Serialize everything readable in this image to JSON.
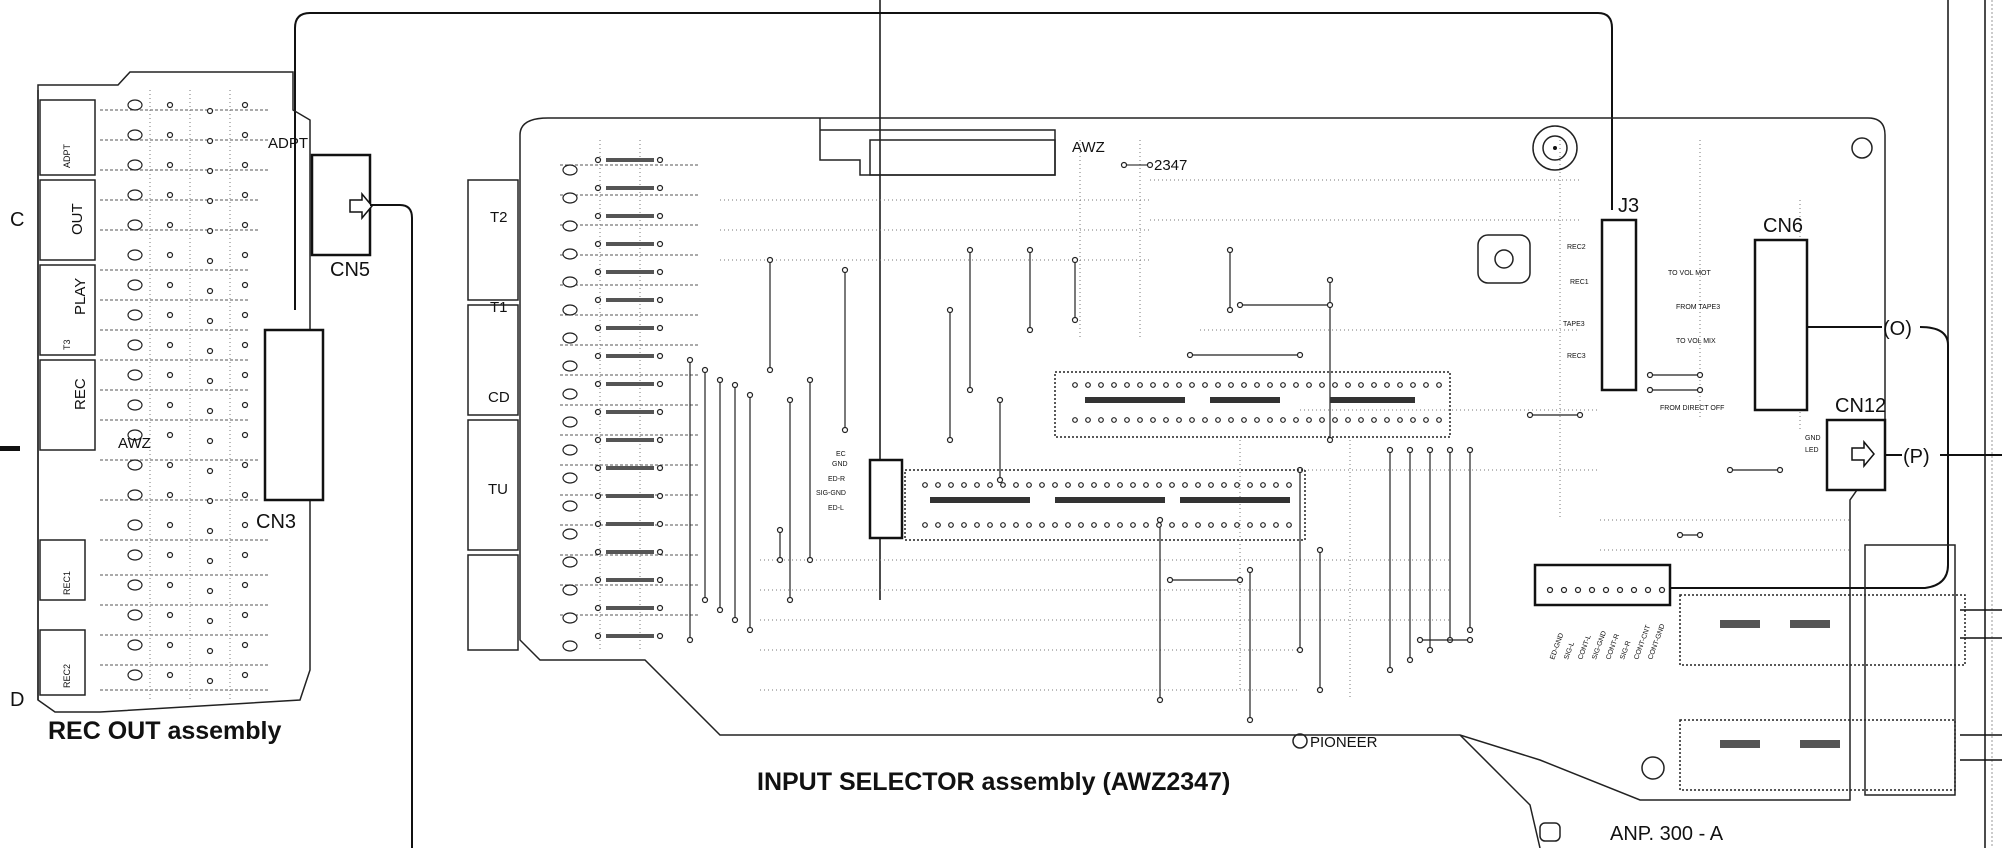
{
  "rec_out": {
    "title": "REC OUT assembly",
    "awz": "AWZ",
    "cn3": "CN3",
    "cn5": "CN5",
    "adpt": "ADPT",
    "side_left": [
      "ADPT",
      "OUT",
      "PLAY",
      "T3",
      "REC",
      "REC1",
      "REC2"
    ],
    "edge_letters": [
      "C",
      "D"
    ]
  },
  "input_selector": {
    "title": "INPUT SELECTOR assembly (AWZ2347)",
    "awz_label": "AWZ",
    "part_no": "2347",
    "inputs": [
      "T2",
      "T1",
      "CD",
      "TU"
    ],
    "j3": "J3",
    "cn6": "CN6",
    "cn12": "CN12",
    "cn6_labels": [
      "TO VOL MOT",
      "FROM TAPE3",
      "TO VOL MIX",
      "FROM DIRECT OFF"
    ],
    "left_conn_labels": [
      "EC",
      "GND",
      "ED-R",
      "SIG-GND",
      "ED-L"
    ],
    "j3_labels": [
      "REC2",
      "REC1",
      "TAPE3",
      "REC3"
    ],
    "cn12_labels": [
      "GND",
      "LED"
    ],
    "bottom_conn_labels": [
      "ED-GND",
      "SIG-L",
      "CONT-L",
      "SIG-GND",
      "CONT-R",
      "SIG-R",
      "CONT-CNT",
      "CONT-GND"
    ],
    "brand": "PIONEER",
    "signals": [
      "(O)",
      "(P)"
    ],
    "anp": "ANP. 300 - A"
  }
}
